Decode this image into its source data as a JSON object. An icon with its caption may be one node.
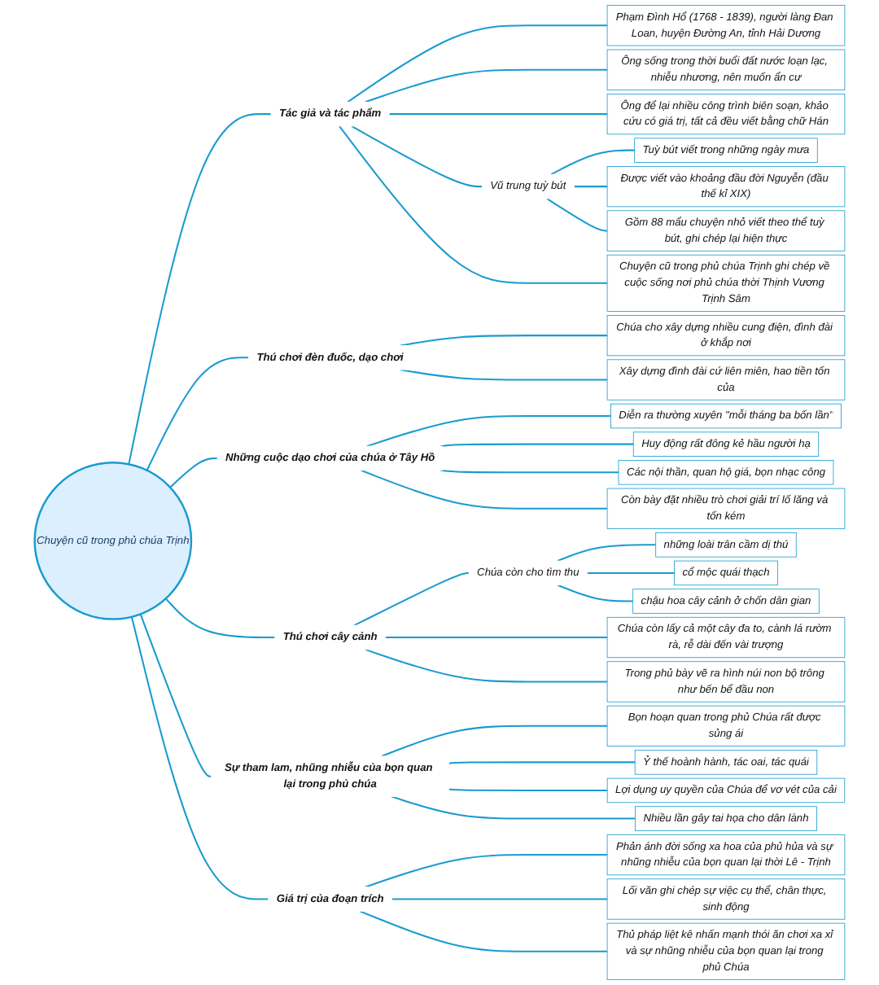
{
  "diagram": {
    "nodes": [
      {
        "text": [
          "Chuyện cũ trong phủ chúa Trịnh"
        ]
      },
      {
        "text": [
          "Tác giả và tác phẩm"
        ]
      },
      {
        "text": [
          "Phạm Đình Hổ (1768 - 1839), người làng Đan Loan, huyện Đường An, tỉnh Hải Dương"
        ]
      },
      {
        "text": [
          "Ông sống trong thời buổi đất nước loạn lạc, nhiễu nhương, nên muốn ẩn cư"
        ]
      },
      {
        "text": [
          "Ông để lại nhiều công trình biên soạn, khảo cứu có giá trị, tất cả đều viết bằng chữ Hán"
        ]
      },
      {
        "text": [
          "Vũ trung tuỳ bút"
        ]
      },
      {
        "text": [
          "Tuỳ bút viết trong những ngày mưa"
        ]
      },
      {
        "text": [
          "Được viết vào khoảng đầu đời Nguyễn (đầu thế kỉ XIX)"
        ]
      },
      {
        "text": [
          "Gồm 88 mẩu chuyện nhỏ viết theo thể tuỳ bút, ghi chép lại hiện thực"
        ]
      },
      {
        "text": [
          "Chuyện cũ trong phủ chúa Trịnh ghi chép về cuộc sống nơi phủ chúa thời Thịnh Vương Trịnh Sâm"
        ]
      },
      {
        "text": [
          "Thú chơi đèn đuốc, dạo chơi"
        ]
      },
      {
        "text": [
          "Chúa cho xây dựng nhiều cung điện, đình đài ở khắp nơi"
        ]
      },
      {
        "text": [
          "Xây dựng đình đài cứ liên miên, hao tiền tốn của"
        ]
      },
      {
        "text": [
          "Những cuộc dạo chơi của chúa ở Tây Hồ"
        ]
      },
      {
        "text": [
          "Diễn ra thường xuyên \"mỗi tháng ba bốn lần\""
        ]
      },
      {
        "text": [
          "Huy động rất đông kẻ hầu người hạ"
        ]
      },
      {
        "text": [
          "Các nội thần, quan hộ giá, bọn nhạc công"
        ]
      },
      {
        "text": [
          "Còn bày đặt nhiều trò chơi giải trí lố lăng và tốn kém"
        ]
      },
      {
        "text": [
          "Thú chơi cây cảnh"
        ]
      },
      {
        "text": [
          "Chúa còn cho tìm thu"
        ]
      },
      {
        "text": [
          "những loài trân cầm dị thú"
        ]
      },
      {
        "text": [
          "cổ mộc quái thạch"
        ]
      },
      {
        "text": [
          "chậu hoa cây cảnh ở chốn dân gian"
        ]
      },
      {
        "text": [
          "Chúa còn lấy cả một cây đa to, cành lá rườm rà, rễ dài đến vài trượng"
        ]
      },
      {
        "text": [
          "Trong phủ bày vẽ ra hình núi non bộ trông như bến bể đầu non"
        ]
      },
      {
        "text": [
          "Sự tham lam, nhũng nhiễu của bọn quan lại trong phủ chúa"
        ]
      },
      {
        "text": [
          "Bọn hoạn quan trong phủ Chúa rất được sủng ái"
        ]
      },
      {
        "text": [
          "Ỷ thế hoành hành, tác oai, tác quái"
        ]
      },
      {
        "text": [
          "Lợi dụng uy quyền của Chúa để vơ vét của cải"
        ]
      },
      {
        "text": [
          "Nhiều lần gây tai họa cho dân lành"
        ]
      },
      {
        "text": [
          "Giá trị của đoạn trích"
        ]
      },
      {
        "text": [
          "Phản ánh đời sống xa hoa của phủ hủa và sự nhũng nhiễu của bọn quan lại thời Lê - Trịnh"
        ]
      },
      {
        "text": [
          "Lối văn ghi chép sự việc cụ thể, chân thực, sinh động"
        ]
      },
      {
        "text": [
          "Thủ pháp liệt kê nhấn mạnh thói ăn chơi xa xỉ và sự nhũng nhiễu của bọn quan lại trong phủ Chúa"
        ]
      }
    ],
    "edges": [
      {
        "from": 0,
        "to": 1,
        "arrow": "none"
      },
      {
        "from": 1,
        "to": 2,
        "arrow": "none"
      },
      {
        "from": 1,
        "to": 3,
        "arrow": "none"
      },
      {
        "from": 1,
        "to": 4,
        "arrow": "none"
      },
      {
        "from": 1,
        "to": 5,
        "arrow": "none"
      },
      {
        "from": 5,
        "to": 6,
        "arrow": "none"
      },
      {
        "from": 5,
        "to": 7,
        "arrow": "none"
      },
      {
        "from": 5,
        "to": 8,
        "arrow": "none"
      },
      {
        "from": 1,
        "to": 9,
        "arrow": "none"
      },
      {
        "from": 0,
        "to": 10,
        "arrow": "none"
      },
      {
        "from": 10,
        "to": 11,
        "arrow": "none"
      },
      {
        "from": 10,
        "to": 12,
        "arrow": "none"
      },
      {
        "from": 0,
        "to": 13,
        "arrow": "none"
      },
      {
        "from": 13,
        "to": 14,
        "arrow": "none"
      },
      {
        "from": 13,
        "to": 15,
        "arrow": "none"
      },
      {
        "from": 13,
        "to": 16,
        "arrow": "none"
      },
      {
        "from": 13,
        "to": 17,
        "arrow": "none"
      },
      {
        "from": 0,
        "to": 18,
        "arrow": "none"
      },
      {
        "from": 18,
        "to": 19,
        "arrow": "none"
      },
      {
        "from": 19,
        "to": 20,
        "arrow": "none"
      },
      {
        "from": 19,
        "to": 21,
        "arrow": "none"
      },
      {
        "from": 19,
        "to": 22,
        "arrow": "none"
      },
      {
        "from": 18,
        "to": 23,
        "arrow": "none"
      },
      {
        "from": 18,
        "to": 24,
        "arrow": "none"
      },
      {
        "from": 0,
        "to": 25,
        "arrow": "none"
      },
      {
        "from": 25,
        "to": 26,
        "arrow": "none"
      },
      {
        "from": 25,
        "to": 27,
        "arrow": "none"
      },
      {
        "from": 25,
        "to": 28,
        "arrow": "none"
      },
      {
        "from": 25,
        "to": 29,
        "arrow": "none"
      },
      {
        "from": 0,
        "to": 30,
        "arrow": "none"
      },
      {
        "from": 30,
        "to": 31,
        "arrow": "none"
      },
      {
        "from": 30,
        "to": 32,
        "arrow": "none"
      },
      {
        "from": 30,
        "to": 33,
        "arrow": "none"
      }
    ]
  }
}
